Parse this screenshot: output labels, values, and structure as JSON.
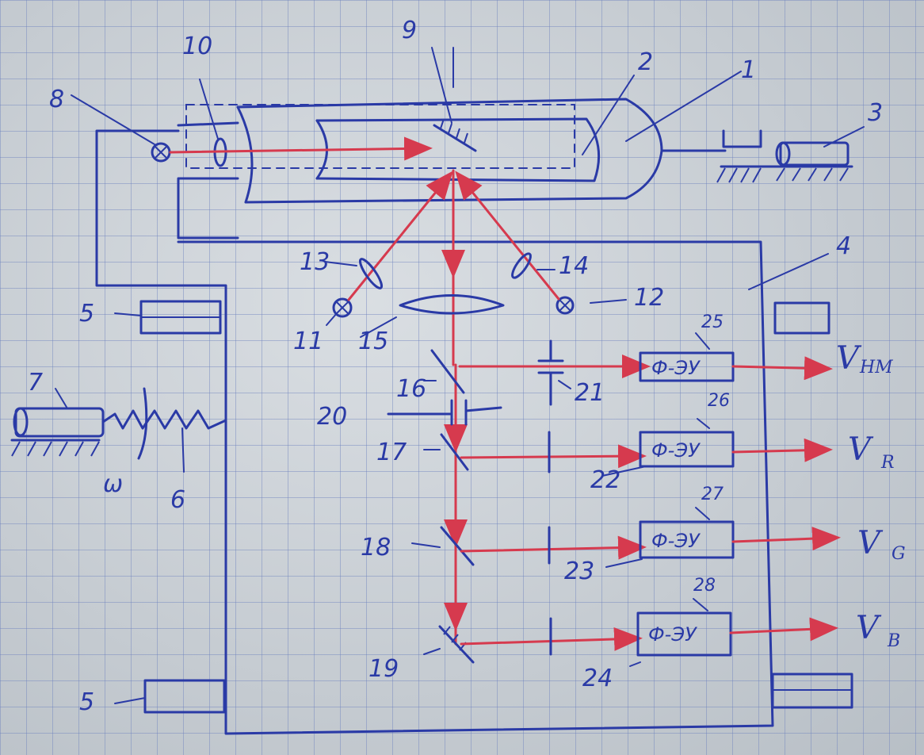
{
  "labels": {
    "l1": "1",
    "l2": "2",
    "l3": "3",
    "l4": "4",
    "l5a": "5",
    "l5b": "5",
    "l6": "6",
    "l7": "7",
    "l8": "8",
    "l9": "9",
    "l10": "10",
    "l11": "11",
    "l12": "12",
    "l13": "13",
    "l14": "14",
    "l15": "15",
    "l16": "16",
    "l17": "17",
    "l18": "18",
    "l19": "19",
    "l20": "20",
    "l21": "21",
    "l22": "22",
    "l23": "23",
    "l24": "24",
    "l25": "25",
    "l26": "26",
    "l27": "27",
    "l28": "28",
    "omega": "ω"
  },
  "detectors": {
    "d25": "Ф-ЭУ",
    "d26": "Ф-ЭУ",
    "d27": "Ф-ЭУ",
    "d28": "Ф-ЭУ"
  },
  "outputs": {
    "hm": {
      "v": "V",
      "sub": "НМ"
    },
    "r": {
      "v": "V",
      "sub": "R"
    },
    "g": {
      "v": "V",
      "sub": "G"
    },
    "b": {
      "v": "V",
      "sub": "B"
    }
  },
  "colors": {
    "ink": "#2a3aa6",
    "ray": "#d63a4e",
    "paper": "#cdd3d9"
  }
}
